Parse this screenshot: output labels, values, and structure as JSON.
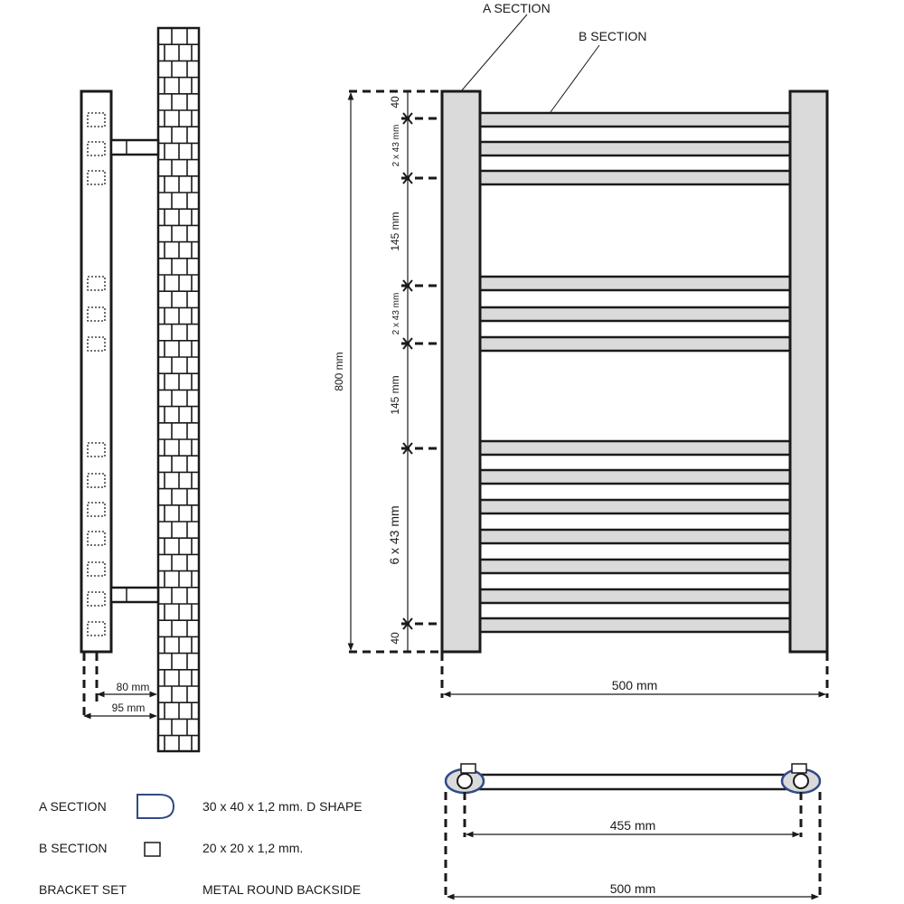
{
  "callouts": {
    "a_section": "A  SECTION",
    "b_section": "B  SECTION"
  },
  "side_view": {
    "bracket_offset_inner": "80 mm",
    "bracket_offset_outer": "95 mm"
  },
  "front_view": {
    "total_height": "800 mm",
    "width": "500 mm",
    "dims": [
      "40",
      "2 x 43 mm",
      "145 mm",
      "2 x 43 mm",
      "145 mm",
      "6 x 43 mm",
      "40"
    ],
    "bar_groups": [
      3,
      3,
      7
    ]
  },
  "top_view": {
    "center_distance": "455 mm",
    "overall_width": "500 mm"
  },
  "legend": [
    {
      "name": "A  SECTION",
      "symbol": "d-shape",
      "desc": "30 x 40 x 1,2 mm. D  SHAPE"
    },
    {
      "name": "B  SECTION",
      "symbol": "square",
      "desc": "20 x 20 x 1,2 mm."
    },
    {
      "name": "BRACKET SET",
      "symbol": "none",
      "desc": "METAL ROUND BACKSIDE"
    }
  ],
  "colors": {
    "line": "#1a1a1a",
    "fill": "#dadada",
    "accent": "#2f4a86"
  }
}
